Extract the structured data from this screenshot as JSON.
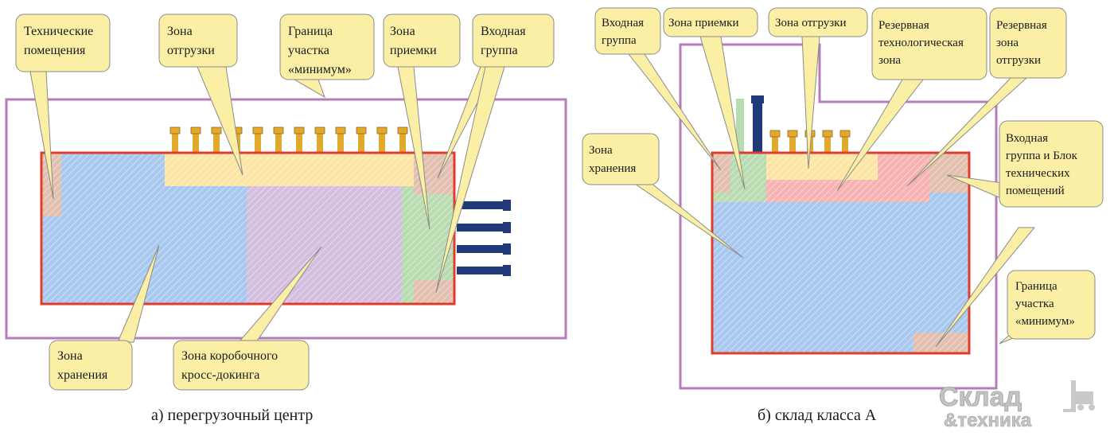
{
  "colors": {
    "storage": "#a9c8f0",
    "shipping": "#fde5a5",
    "crossdock": "#d5bfe0",
    "receiving": "#b9dbb0",
    "technical": "#e2bfae",
    "reserve_tech": "#f7b3b3",
    "building_border": "#e03c2c",
    "site_border": "#b47cb8",
    "callout_fill": "#fbefa6",
    "callout_stroke": "#8a8a8a",
    "dock_orange": "#e3a92c",
    "dock_blue": "#1e3a78"
  },
  "diagram_a": {
    "caption": "а) перегрузочный центр",
    "labels": {
      "technical": [
        "Технические",
        "помещения"
      ],
      "shipping": [
        "Зона",
        "отгрузки"
      ],
      "site_border": [
        "Граница",
        "участка",
        "«минимум»"
      ],
      "receiving": [
        "Зона",
        "приемки"
      ],
      "entrance": [
        "Входная",
        "группа"
      ],
      "storage": [
        "Зона",
        "хранения"
      ],
      "crossdock": [
        "Зона коробочного",
        "кросс-докинга"
      ]
    }
  },
  "diagram_b": {
    "caption": "б) склад класса А",
    "labels": {
      "entrance": [
        "Входная",
        "группа"
      ],
      "receiving": [
        "Зона приемки"
      ],
      "shipping": [
        "Зона отгрузки"
      ],
      "reserve_tech": [
        "Резервная",
        "технологическая",
        "зона"
      ],
      "reserve_shipping": [
        "Резервная",
        "зона",
        "отгрузки"
      ],
      "storage": [
        "Зона",
        "хранения"
      ],
      "entrance_tech": [
        "Входная",
        "группа и Блок",
        "технических",
        "помещений"
      ],
      "site_border": [
        "Граница",
        "участка",
        "«минимум»"
      ]
    }
  },
  "logo": {
    "line1": "Склад",
    "line2": "&техника",
    "icon": "forklift-icon"
  }
}
